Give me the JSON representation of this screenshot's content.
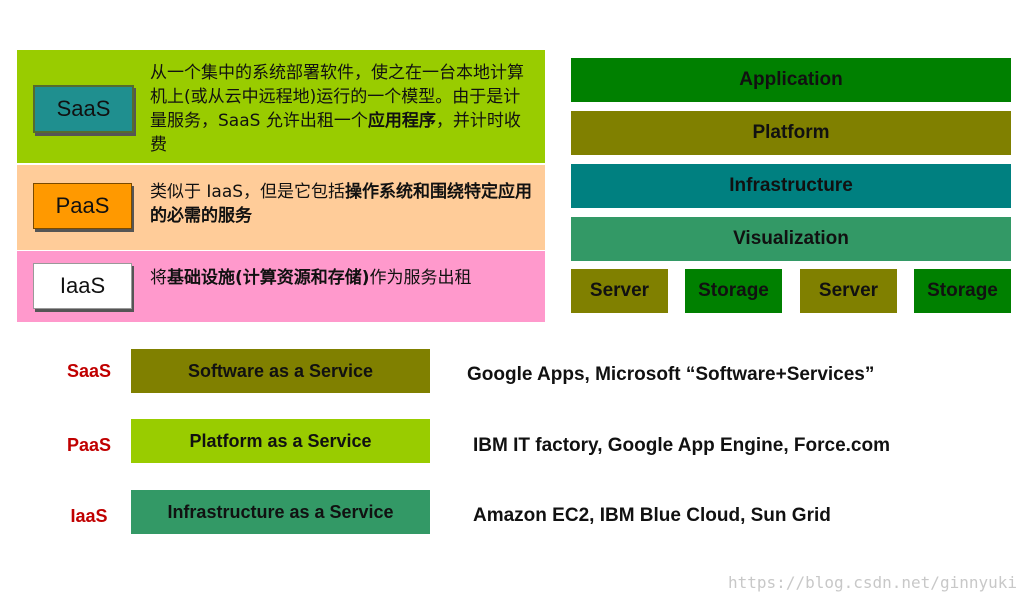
{
  "left_panel": {
    "saas": {
      "badge": "SaaS",
      "desc_1": "从一个集中的系统部署软件，使之在一台本地计算机上(或从云中远程地)运行的一个模型。由于是计量服务，SaaS 允许出租一个",
      "desc_bold": "应用程序",
      "desc_2": "，并计时收费"
    },
    "paas": {
      "badge": "PaaS",
      "desc_1": "类似于 IaaS，但是它包括",
      "desc_bold": "操作系统和围绕特定应用的必需的服务",
      "desc_2": ""
    },
    "iaas": {
      "badge": "IaaS",
      "desc_1": "将",
      "desc_bold": "基础设施(计算资源和存储)",
      "desc_2": "作为服务出租"
    }
  },
  "stack": {
    "application": "Application",
    "platform": "Platform",
    "infrastructure": "Infrastructure",
    "visualization": "Visualization",
    "hardware": [
      "Server",
      "Storage",
      "Server",
      "Storage"
    ]
  },
  "services": [
    {
      "tag": "SaaS",
      "name": "Software as a Service",
      "examples": "Google Apps, Microsoft “Software+Services”"
    },
    {
      "tag": "PaaS",
      "name": "Platform as a Service",
      "examples": "IBM IT factory, Google App Engine,  Force.com"
    },
    {
      "tag": "IaaS",
      "name": "Infrastructure as a Service",
      "examples": "Amazon EC2, IBM Blue Cloud, Sun Grid"
    }
  ],
  "watermark": "https://blog.csdn.net/ginnyuki",
  "colors": {
    "olive": "#808000",
    "green": "#008000",
    "teal": "#008080",
    "sea_green": "#339966",
    "lime": "#99cc00",
    "peach": "#ffcc99",
    "pink": "#ff99cc",
    "orange": "#ff9900",
    "red_label": "#c00000"
  }
}
